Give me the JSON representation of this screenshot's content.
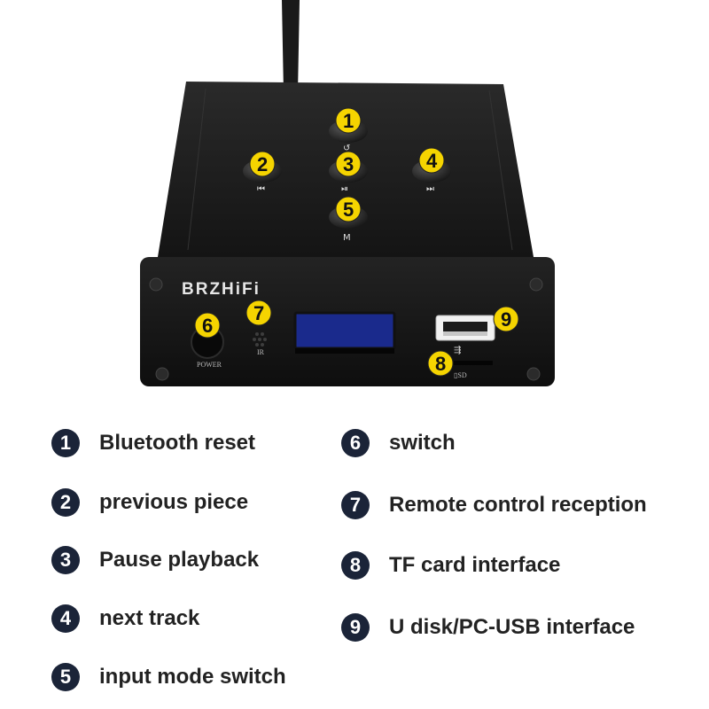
{
  "device": {
    "brand": "BRZHiFi",
    "power_label": "POWER",
    "ir_label": "IR",
    "button_icons": [
      "power-reset-icon",
      "previous-track-icon",
      "play-pause-icon",
      "next-track-icon",
      "mode-icon"
    ],
    "mode_button_mark": "M",
    "callouts": [
      "1",
      "2",
      "3",
      "4",
      "5",
      "6",
      "7",
      "8",
      "9"
    ],
    "colors": {
      "callout": "#f5d400",
      "body": "#141414",
      "legend_badge": "#1b2438",
      "display": "#1a2a8c"
    }
  },
  "legend": {
    "left_column": [
      {
        "number": "1",
        "label": "Bluetooth reset"
      },
      {
        "number": "2",
        "label": "previous piece"
      },
      {
        "number": "3",
        "label": "Pause playback"
      },
      {
        "number": "4",
        "label": "next track"
      },
      {
        "number": "5",
        "label": "input mode switch"
      }
    ],
    "right_column": [
      {
        "number": "6",
        "label": "switch"
      },
      {
        "number": "7",
        "label": "Remote control reception"
      },
      {
        "number": "8",
        "label": "TF card interface"
      },
      {
        "number": "9",
        "label": "U disk/PC-USB interface"
      }
    ]
  }
}
